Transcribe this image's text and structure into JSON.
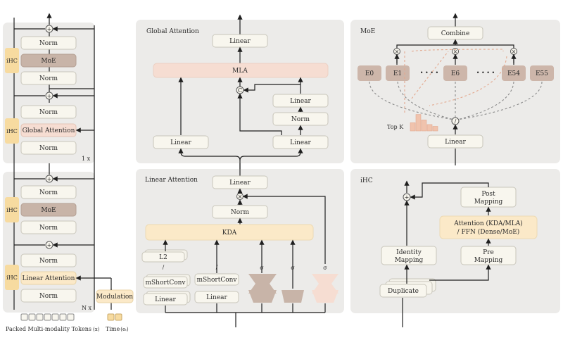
{
  "colors": {
    "panel": "#ecebe9",
    "box": "#f8f6ee",
    "box_stroke": "#c9c6bb",
    "ihc": "#f7dba0",
    "moe": "#c8b4a8",
    "attn_global": "#f6ddd2",
    "attn_linear": "#fbe9c8",
    "mla": "#f6ddd2",
    "kda": "#fbe9c8",
    "modulation": "#fbe9c8",
    "expert": "#cdb6aa",
    "dash_gray": "#8a8a8a",
    "dash_orange": "#e3a98f"
  },
  "left": {
    "ihc_label": "iHC",
    "norm_label": "Norm",
    "moe_label": "MoE",
    "global_attention_label": "Global Attention",
    "linear_attention_label": "Linear Attention",
    "repeat_1x": "1 x",
    "repeat_nx": "N x",
    "modulation_label": "Modulation",
    "tokens_label": "Packed Multi-modality Tokens",
    "tokens_var": "(x)",
    "time_label": "Time",
    "time_var": "(eₜ)"
  },
  "global_attention": {
    "title": "Global Attention",
    "linear_top": "Linear",
    "mla": "MLA",
    "concat": "C",
    "linear_right_top": "Linear",
    "norm": "Norm",
    "linear_left": "Linear",
    "linear_right": "Linear"
  },
  "linear_attention": {
    "title": "Linear Attention",
    "linear_top": "Linear",
    "norm": "Norm",
    "kda": "KDA",
    "l2": "L2",
    "short_conv": "mShortConv",
    "linear": "Linear",
    "sigma": "σ"
  },
  "moe": {
    "title": "MoE",
    "combine": "Combine",
    "experts": [
      "E0",
      "E1",
      "E6",
      "E54",
      "E55"
    ],
    "top_k": "Top K",
    "linear": "Linear",
    "bar_values": [
      0.45,
      0.9,
      0.6,
      0.35,
      0.25
    ]
  },
  "ihc": {
    "title": "iHC",
    "post_mapping_1": "Post",
    "post_mapping_2": "Mapping",
    "attention_1": "Attention (KDA/MLA)",
    "attention_2": "/ FFN (Dense/MoE)",
    "pre_mapping_1": "Pre",
    "pre_mapping_2": "Mapping",
    "identity_1": "Identity",
    "identity_2": "Mapping",
    "duplicate": "Duplicate"
  },
  "symbols": {
    "plus": "+",
    "times": "×",
    "dots": "• • • •"
  }
}
